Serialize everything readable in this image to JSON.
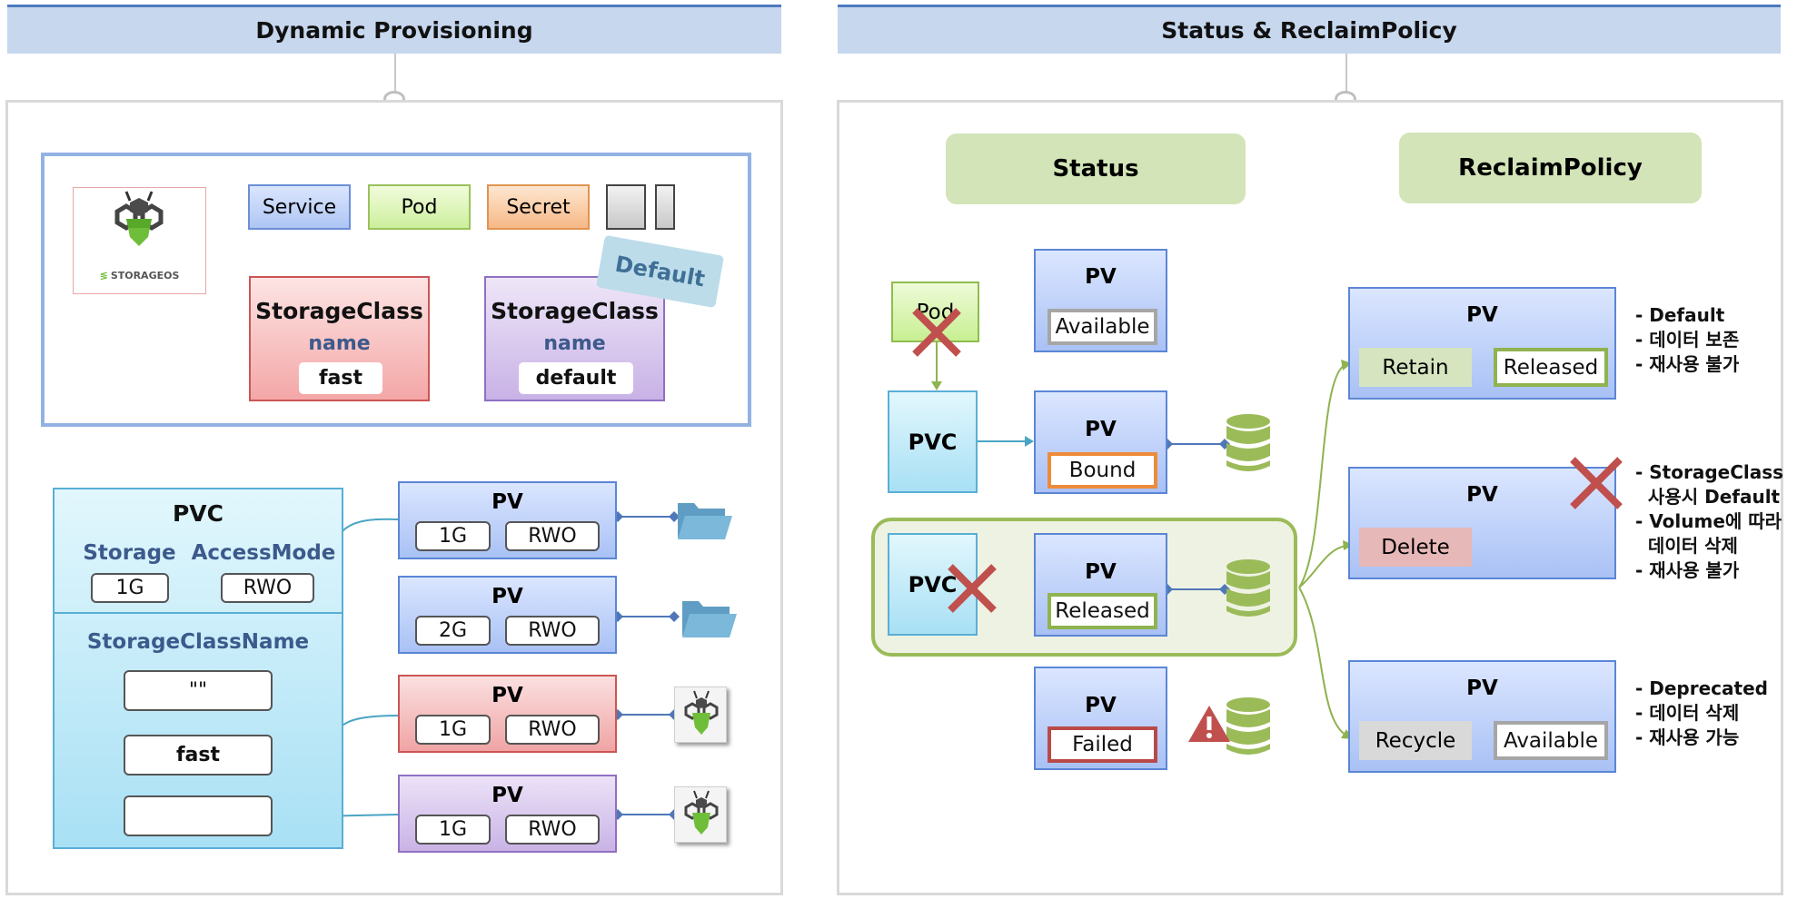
{
  "left": {
    "title": "Dynamic Provisioning",
    "logo_text": "STORAGEOS",
    "resources": [
      "Service",
      "Pod",
      "Secret"
    ],
    "default_tag": "Default",
    "storage_classes": [
      {
        "title": "StorageClass",
        "name_label": "name",
        "value": "fast"
      },
      {
        "title": "StorageClass",
        "name_label": "name",
        "value": "default"
      }
    ],
    "pvc": {
      "title": "PVC",
      "storage_label": "Storage",
      "access_label": "AccessMode",
      "storage_value": "1G",
      "access_value": "RWO",
      "class_name_label": "StorageClassName",
      "options": [
        "\"\"",
        "fast",
        ""
      ]
    },
    "pvs": [
      {
        "title": "PV",
        "size": "1G",
        "mode": "RWO"
      },
      {
        "title": "PV",
        "size": "2G",
        "mode": "RWO"
      },
      {
        "title": "PV",
        "size": "1G",
        "mode": "RWO"
      },
      {
        "title": "PV",
        "size": "1G",
        "mode": "RWO"
      }
    ]
  },
  "right": {
    "title": "Status & ReclaimPolicy",
    "status_header": "Status",
    "reclaim_header": "ReclaimPolicy",
    "pod_label": "Pod",
    "pvc_label": "PVC",
    "pv_label": "PV",
    "statuses": [
      "Available",
      "Bound",
      "Released",
      "Failed"
    ],
    "policies": [
      {
        "title": "PV",
        "policy": "Retain",
        "status": "Released",
        "notes": "- Default\n- 데이터 보존\n- 재사용 불가"
      },
      {
        "title": "PV",
        "policy": "Delete",
        "status": "",
        "notes": "- StorageClass\n  사용시 Default\n- Volume에 따라\n  데이터 삭제\n- 재사용 불가"
      },
      {
        "title": "PV",
        "policy": "Recycle",
        "status": "Available",
        "notes": "- Deprecated\n- 데이터 삭제\n- 재사용 가능"
      }
    ]
  },
  "colors": {
    "header_bg": "#c6d7ee",
    "header_border": "#4e79c0",
    "status_green": "#d3e4b8",
    "bound_orange": "#ee8b3a",
    "released_green": "#8fb34f",
    "failed_red": "#b94a48",
    "x_mark": "#c0504d"
  }
}
